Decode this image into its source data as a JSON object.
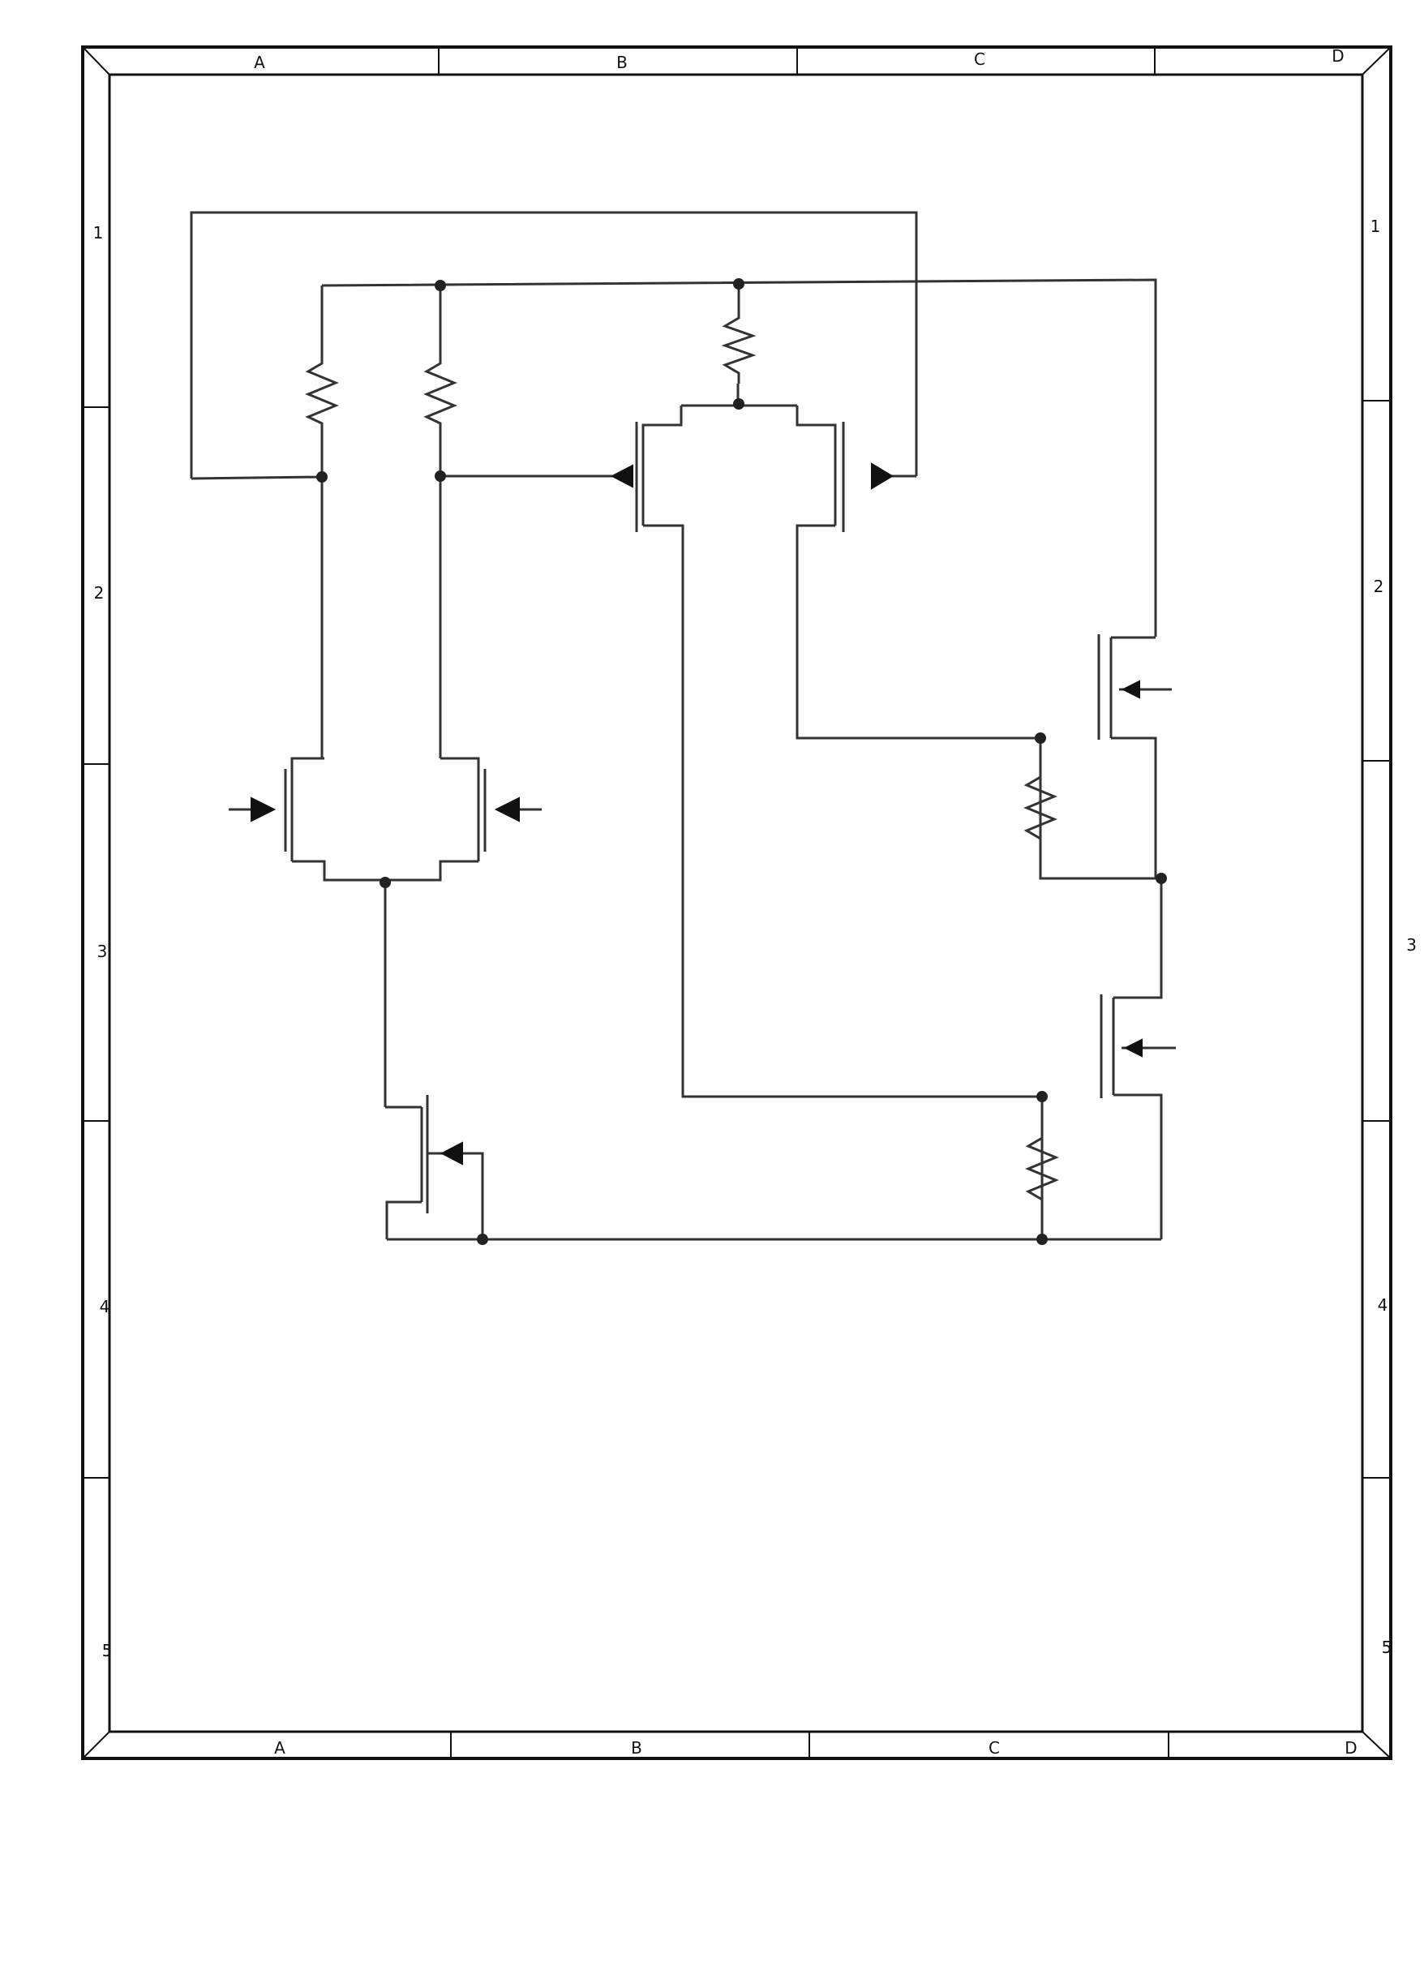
{
  "title_block": {
    "columns": [
      "A",
      "B",
      "C",
      "D"
    ],
    "rows": [
      "1",
      "2",
      "3",
      "4",
      "5"
    ]
  },
  "colors": {
    "frame": "#111111",
    "wire": "#333333",
    "paper": "#ffffff"
  },
  "components": {
    "resistors": [
      "r-left-load",
      "r-mid-load",
      "r-top-tail",
      "r-right-upper",
      "r-right-lower"
    ],
    "transistors": [
      "q-left-pair-a",
      "q-left-pair-b",
      "q-top-pair-a",
      "q-top-pair-b",
      "q-tail-source",
      "q-right-upper",
      "q-right-lower"
    ]
  }
}
